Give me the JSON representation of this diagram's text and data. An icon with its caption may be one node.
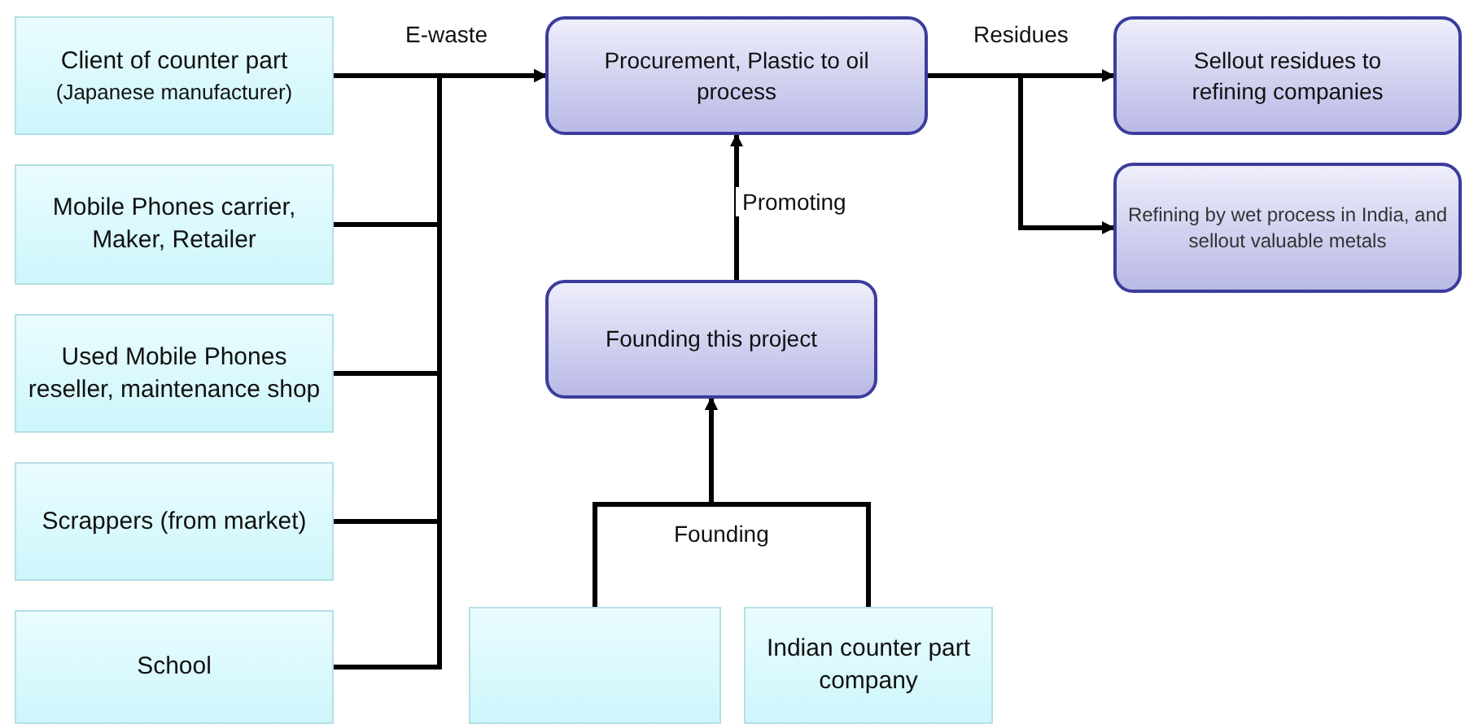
{
  "diagram": {
    "nodes": [
      {
        "text": [
          "Client of counter part",
          "(Japanese manufacturer)"
        ]
      },
      {
        "text": [
          "Mobile Phones carrier, Maker, Retailer"
        ]
      },
      {
        "text": [
          "Used Mobile Phones reseller, maintenance shop"
        ]
      },
      {
        "text": [
          "Scrappers (from market)"
        ]
      },
      {
        "text": [
          "School"
        ]
      },
      {
        "text": [
          "Procurement, Plastic to oil process"
        ]
      },
      {
        "text": [
          "Sellout residues to refining companies"
        ]
      },
      {
        "text": [
          "Refining by wet process in India, and sellout valuable metals"
        ]
      },
      {
        "text": [
          "Founding this project"
        ]
      },
      {
        "text": [],
        "shape": "box"
      },
      {
        "text": [
          "Indian counter part company"
        ]
      }
    ],
    "edges": [
      {
        "from": 0,
        "to": 5,
        "arrow": "to",
        "label": "E-waste"
      },
      {
        "from": 1,
        "to": 5,
        "arrow": "to"
      },
      {
        "from": 2,
        "to": 5,
        "arrow": "to"
      },
      {
        "from": 3,
        "to": 5,
        "arrow": "to"
      },
      {
        "from": 4,
        "to": 5,
        "arrow": "to"
      },
      {
        "from": 5,
        "to": 6,
        "arrow": "to",
        "label": "Residues"
      },
      {
        "from": 5,
        "to": 7,
        "arrow": "to"
      },
      {
        "from": 8,
        "to": 5,
        "arrow": "to",
        "label": "Promoting"
      },
      {
        "from": 9,
        "to": 8,
        "arrow": "to",
        "label": "Founding"
      },
      {
        "from": 10,
        "to": 8,
        "arrow": "to"
      }
    ]
  }
}
